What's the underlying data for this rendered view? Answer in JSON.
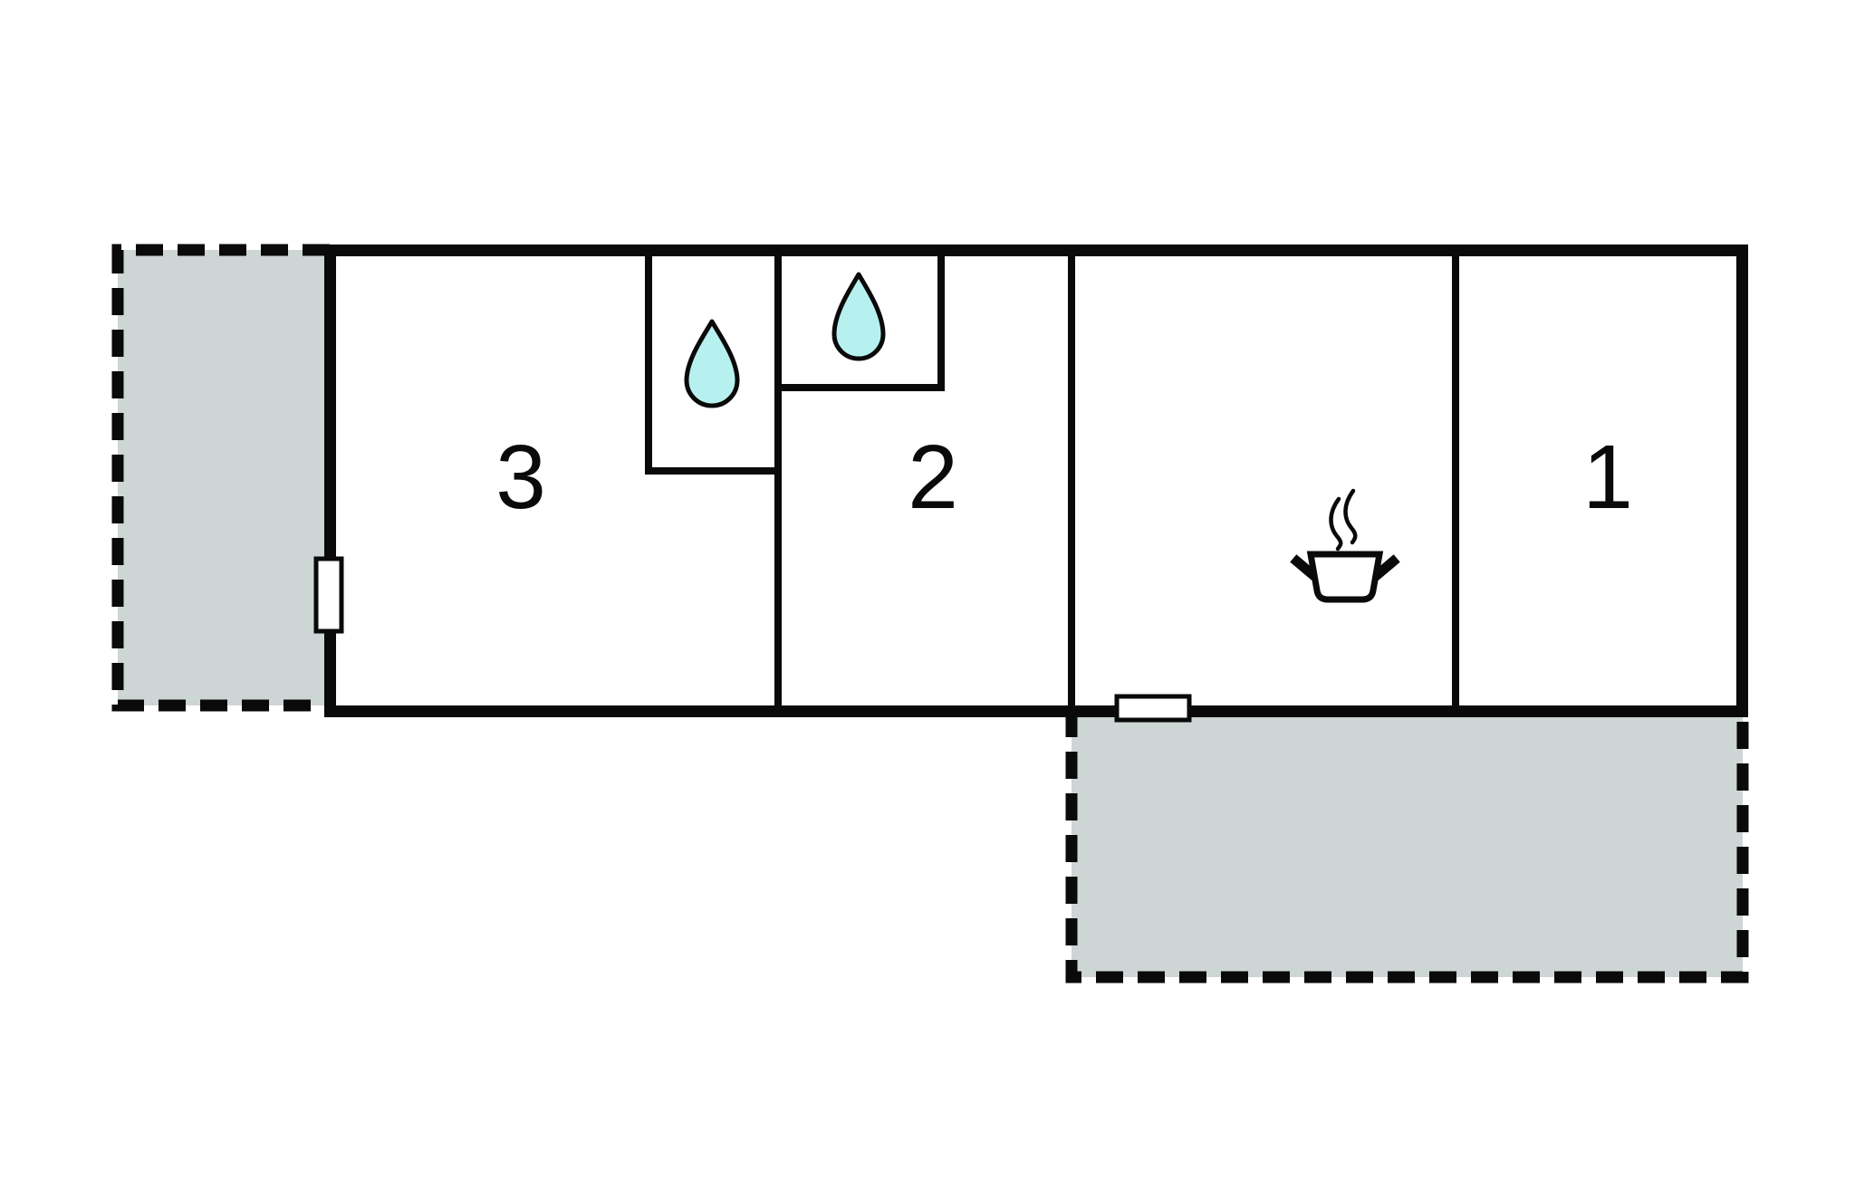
{
  "floor_plan": {
    "rooms": [
      {
        "name": "room-3",
        "label": "3"
      },
      {
        "name": "room-2",
        "label": "2"
      },
      {
        "name": "room-1",
        "label": "1"
      }
    ],
    "icons": [
      {
        "name": "water-drop-icon",
        "location": "closet-in-room-3"
      },
      {
        "name": "water-drop-icon",
        "location": "closet-in-room-2"
      },
      {
        "name": "cooking-pot-icon",
        "location": "kitchen-area"
      }
    ],
    "doors": [
      {
        "name": "door-left-wall"
      },
      {
        "name": "door-bottom-wall"
      }
    ],
    "terraces": [
      {
        "name": "terrace-left"
      },
      {
        "name": "terrace-bottom-right"
      }
    ],
    "colors": {
      "wall": "#0a0a0a",
      "terrace_fill": "#cdd6d4",
      "water_drop_fill": "#b6f1f0",
      "door_fill": "#ffffff",
      "background": "#ffffff"
    }
  }
}
